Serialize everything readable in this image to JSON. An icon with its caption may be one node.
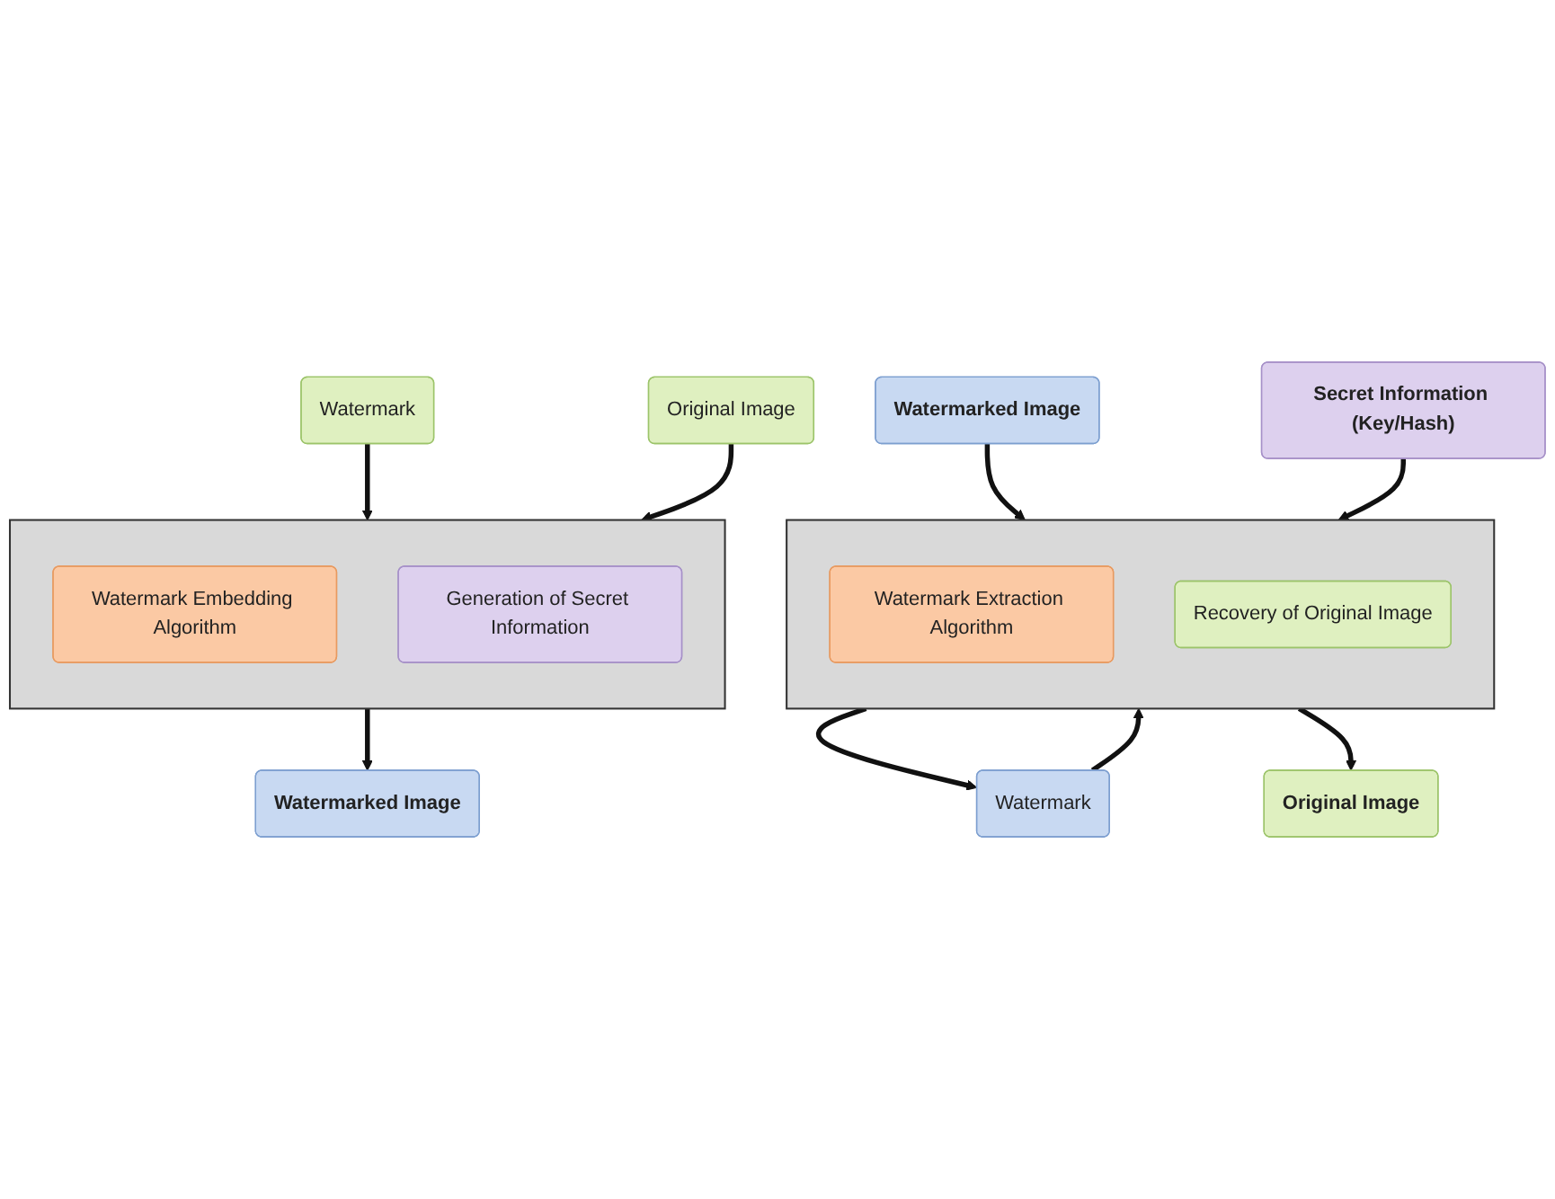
{
  "diagram": {
    "nodes": [
      {
        "text": [
          "Watermark"
        ]
      },
      {
        "text": [
          "Original Image"
        ]
      },
      {
        "text": [],
        "shape": "box"
      },
      {
        "text": [
          "Watermark Embedding Algorithm"
        ],
        "in": 2
      },
      {
        "text": [
          "Generation of Secret Information"
        ],
        "in": 2
      },
      {
        "text": [
          "Watermarked Image"
        ]
      },
      {
        "text": [
          "Watermarked Image"
        ]
      },
      {
        "text": [],
        "shape": "box"
      },
      {
        "text": [
          "Watermark Extraction Algorithm"
        ],
        "in": 7
      },
      {
        "text": [
          "Recovery of Original Image"
        ],
        "in": 7
      },
      {
        "text": [
          "Watermark"
        ]
      },
      {
        "text": [
          "Secret Information (Key/Hash)"
        ]
      },
      {
        "text": [
          "Original Image"
        ]
      }
    ],
    "edges": [
      {
        "from": 0,
        "to": 2,
        "arrow": "to"
      },
      {
        "from": 1,
        "to": 2,
        "arrow": "to"
      },
      {
        "from": 2,
        "to": 5,
        "arrow": "to"
      },
      {
        "from": 6,
        "to": 7,
        "arrow": "to"
      },
      {
        "from": 7,
        "to": 10,
        "arrow": "to"
      },
      {
        "from": 11,
        "to": 7,
        "arrow": "to"
      },
      {
        "from": 10,
        "to": 7,
        "arrow": "to"
      },
      {
        "from": 7,
        "to": 12,
        "arrow": "to"
      }
    ]
  }
}
